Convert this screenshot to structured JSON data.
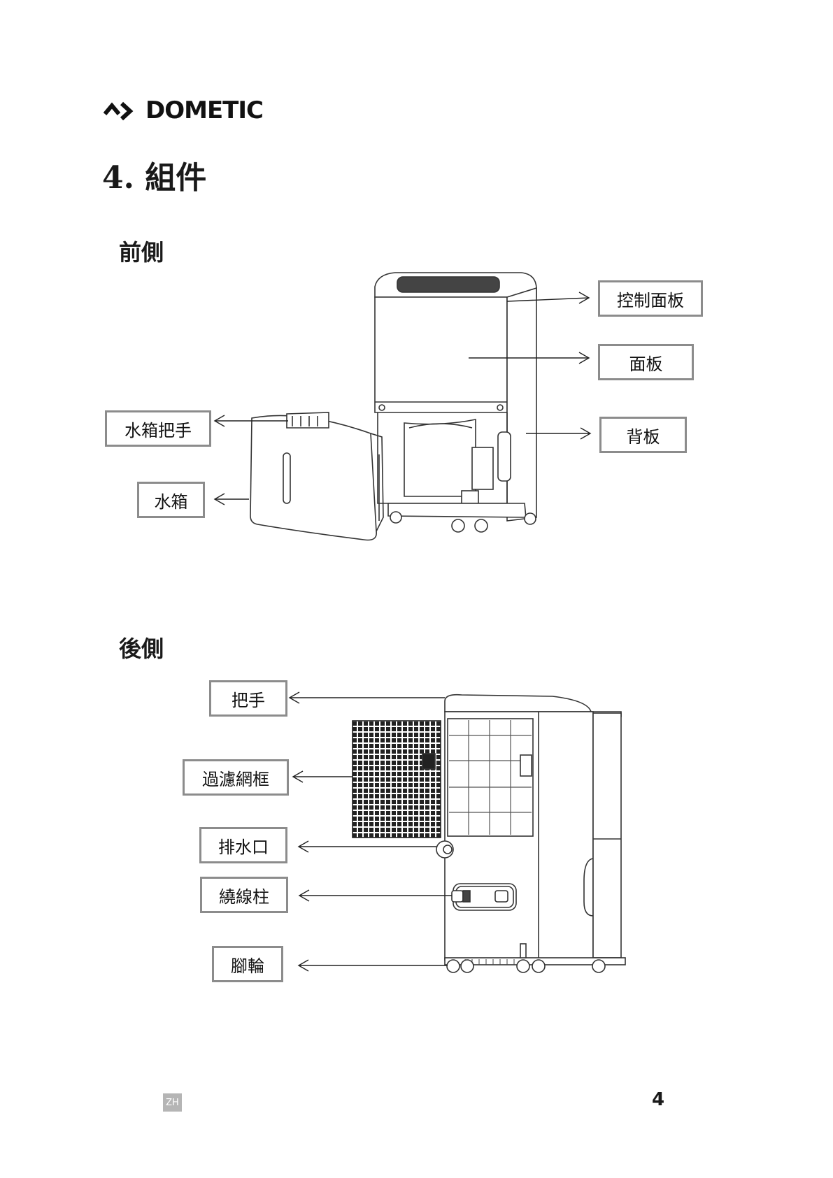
{
  "header": {
    "brand": "DOMETIC"
  },
  "section": {
    "title": "4. 組件"
  },
  "front": {
    "heading": "前側",
    "labels": {
      "control_panel": "控制面板",
      "panel": "面板",
      "back_panel": "背板",
      "tank_handle": "水箱把手",
      "water_tank": "水箱"
    }
  },
  "back": {
    "heading": "後側",
    "labels": {
      "handle": "把手",
      "filter_frame": "過濾網框",
      "drain_outlet": "排水口",
      "cord_wrap": "繞線柱",
      "casters": "腳輪"
    }
  },
  "footer": {
    "lang": "ZH",
    "page": "4"
  }
}
